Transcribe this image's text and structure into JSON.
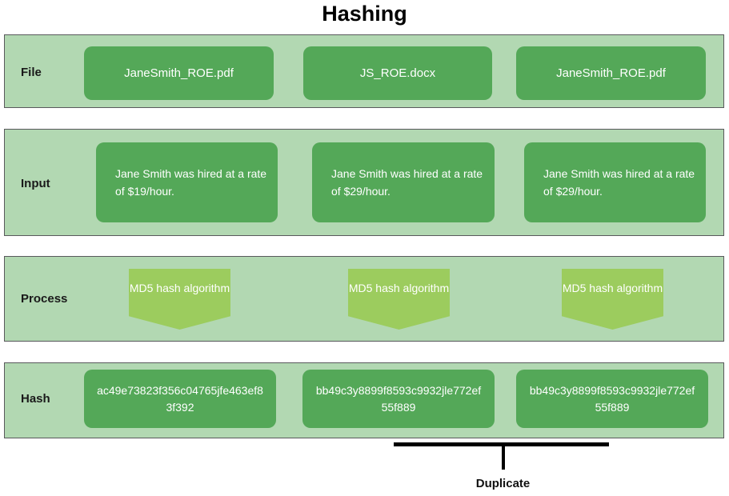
{
  "title": "Hashing",
  "colors": {
    "band_fill": "#b2d8b2",
    "band_border": "#59595c",
    "card_fill": "#54a858",
    "process_fill": "#9ccc5e",
    "card_text": "#ffffff",
    "label_text": "#1a1a1a",
    "bracket": "#000000",
    "page_background": "#ffffff"
  },
  "rows": {
    "file": {
      "label": "File",
      "cards": [
        {
          "text": "JaneSmith_ROE.pdf"
        },
        {
          "text": "JS_ROE.docx"
        },
        {
          "text": "JaneSmith_ROE.pdf"
        }
      ]
    },
    "input": {
      "label": "Input",
      "cards": [
        {
          "text": "Jane Smith was hired at a rate of $19/hour."
        },
        {
          "text": "Jane Smith was hired at a rate of $29/hour."
        },
        {
          "text": "Jane Smith was hired at a rate of $29/hour."
        }
      ]
    },
    "process": {
      "label": "Process",
      "cards": [
        {
          "text": "MD5 hash algorithm"
        },
        {
          "text": "MD5 hash algorithm"
        },
        {
          "text": "MD5 hash algorithm"
        }
      ]
    },
    "hash": {
      "label": "Hash",
      "cards": [
        {
          "text": "ac49e73823f356c04765jfe463ef83f392"
        },
        {
          "text": "bb49c3y8899f8593c9932jle772ef55f889"
        },
        {
          "text": "bb49c3y8899f8593c9932jle772ef55f889"
        }
      ]
    }
  },
  "annotation": {
    "duplicate_label": "Duplicate"
  }
}
